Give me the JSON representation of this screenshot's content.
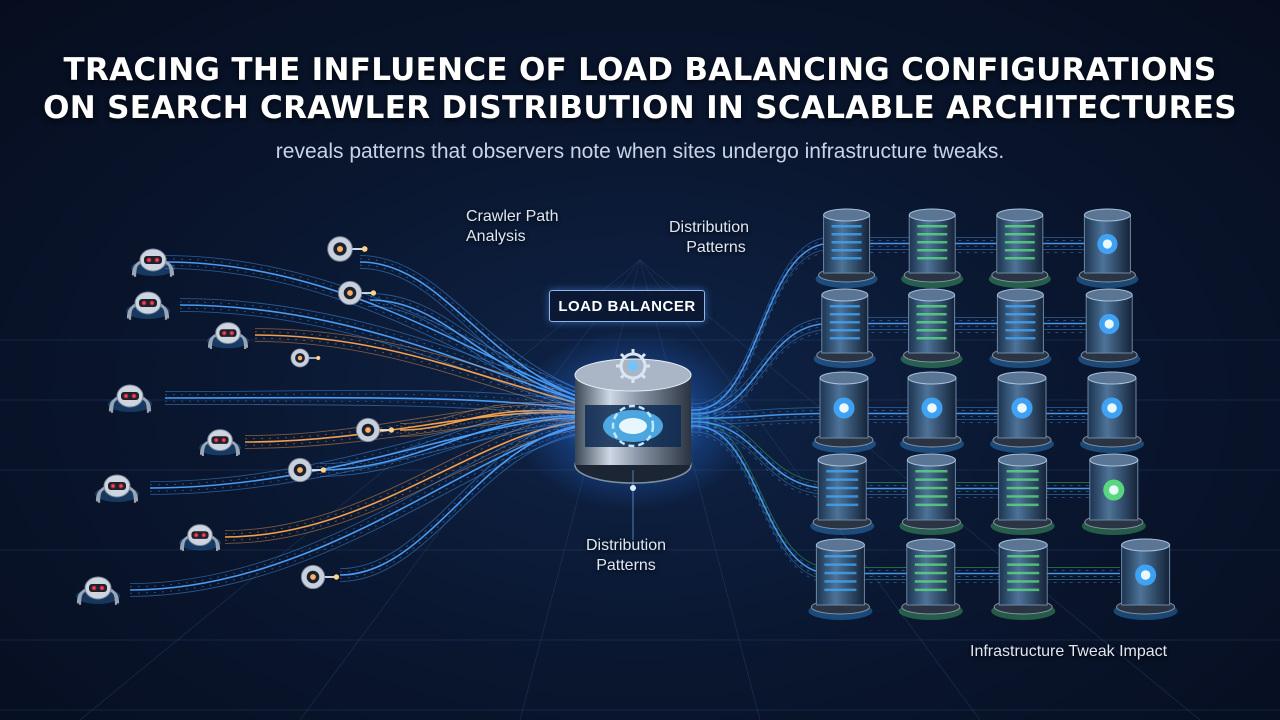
{
  "title_line_1": "TRACING THE INFLUENCE OF LOAD BALANCING CONFIGURATIONS",
  "title_line_2": "ON SEARCH CRAWLER DISTRIBUTION IN SCALABLE ARCHITECTURES",
  "subtitle": "reveals patterns that observers note when sites undergo infrastructure tweaks.",
  "labels": {
    "crawler_path_1": "Crawler Path",
    "crawler_path_2": "Analysis",
    "distribution_top_1": "Distribution",
    "distribution_top_2": "Patterns",
    "load_balancer": "LOAD BALANCER",
    "distribution_bottom_1": "Distribution",
    "distribution_bottom_2": "Patterns",
    "infrastructure": "Infrastructure Tweak Impact"
  },
  "colors": {
    "background": "#0a1730",
    "blue_stream": "#4da3ff",
    "orange_stream": "#ffa64d",
    "green_stream": "#4ddb7a",
    "bot_eye": "#ff3344",
    "server_blue": "#3fa9ff",
    "server_green": "#5be37d"
  },
  "icons": [
    "spider-bot-icon",
    "round-bot-icon",
    "load-balancer-gear-icon",
    "server-icon"
  ]
}
